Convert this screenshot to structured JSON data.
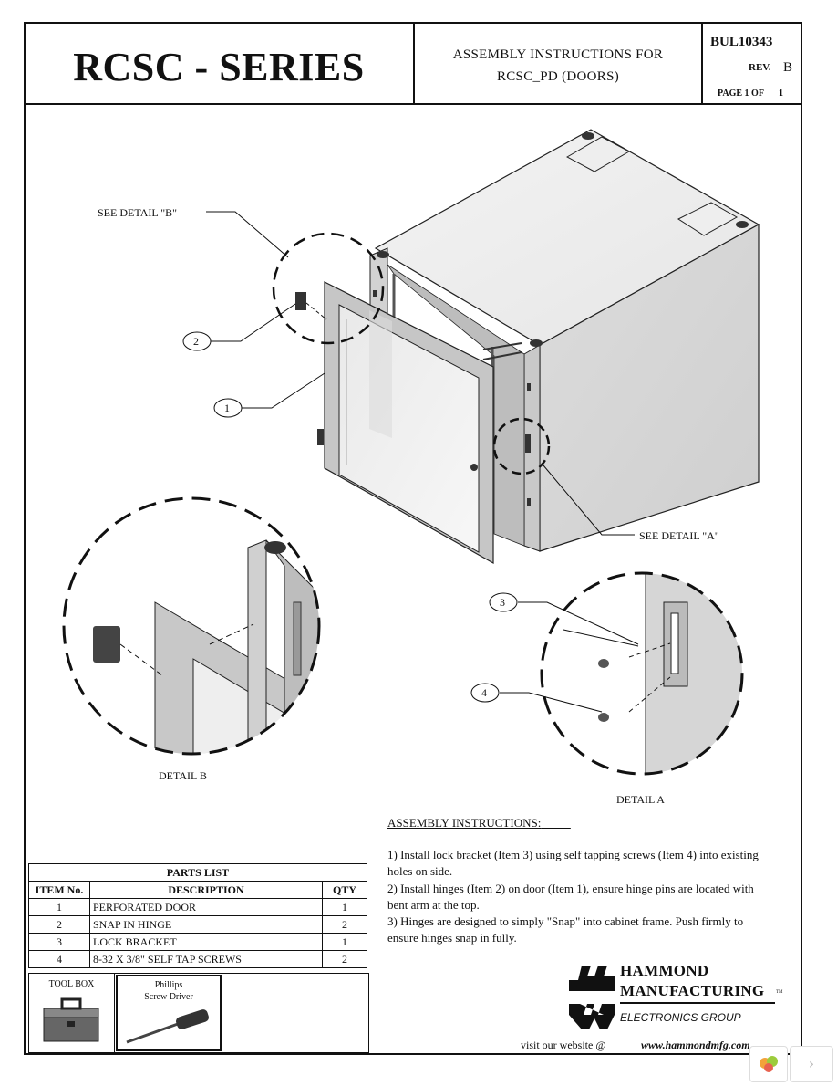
{
  "header": {
    "series_title": "RCSC - SERIES",
    "assembly_line1": "ASSEMBLY INSTRUCTIONS FOR",
    "assembly_line2": "RCSC_PD (DOORS)",
    "bulletin": "BUL10343",
    "rev_label": "REV.",
    "rev_value": "B",
    "page_label": "PAGE 1 OF",
    "page_total": "1"
  },
  "drawing": {
    "see_detail_b": "SEE DETAIL \"B\"",
    "see_detail_a": "SEE DETAIL \"A\"",
    "detail_b_caption": "DETAIL B",
    "detail_a_caption": "DETAIL A",
    "callouts": [
      "1",
      "2",
      "3",
      "4"
    ]
  },
  "instructions": {
    "heading": "ASSEMBLY INSTRUCTIONS:",
    "steps": [
      "1) Install lock bracket (Item 3) using self tapping screws (Item 4) into existing holes on side.",
      "2) Install hinges (Item 2) on door (Item 1), ensure hinge pins are located with bent arm at the top.",
      "3) Hinges are designed to simply \"Snap\" into cabinet frame.  Push firmly to ensure hinges snap in fully."
    ]
  },
  "parts_list": {
    "title": "PARTS LIST",
    "columns": [
      "ITEM No.",
      "DESCRIPTION",
      "QTY"
    ],
    "rows": [
      {
        "item": "1",
        "description": "PERFORATED DOOR",
        "qty": "1"
      },
      {
        "item": "2",
        "description": "SNAP IN HINGE",
        "qty": "2"
      },
      {
        "item": "3",
        "description": "LOCK BRACKET",
        "qty": "1"
      },
      {
        "item": "4",
        "description": "8-32 X 3/8\" SELF TAP SCREWS",
        "qty": "2"
      }
    ]
  },
  "tools": {
    "toolbox_label": "TOOL BOX",
    "screwdriver_line1": "Phillips",
    "screwdriver_line2": "Screw Driver"
  },
  "company": {
    "name_line1": "HAMMOND",
    "name_line2": "MANUFACTURING",
    "group": "ELECTRONICS GROUP",
    "tm": "TM",
    "website_label": "visit our website @",
    "website_url": "www.hammondmfg.com"
  }
}
